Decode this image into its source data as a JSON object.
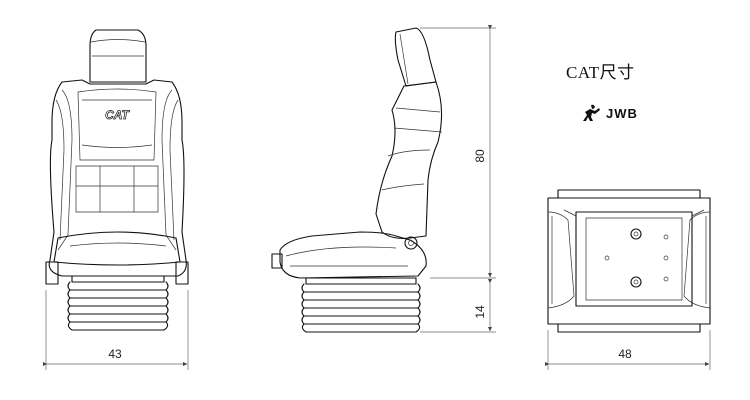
{
  "title": "CAT尺寸",
  "logo": {
    "brand": "JWB",
    "icon": "jumping-figure-logo-icon"
  },
  "seat_badge": "CAT",
  "dimensions": {
    "front_width": "43",
    "side_height": "80",
    "base_height": "14",
    "top_width": "48"
  },
  "colors": {
    "line": "#111111",
    "background": "#ffffff"
  }
}
